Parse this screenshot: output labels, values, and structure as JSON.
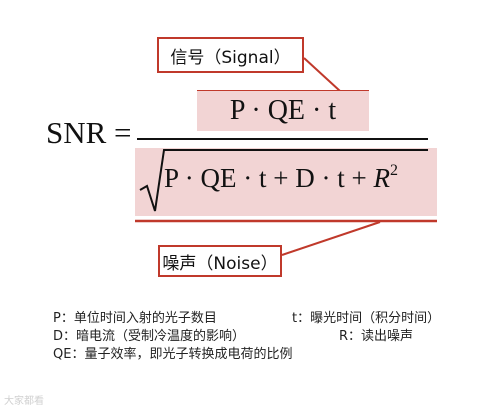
{
  "labels": {
    "signal": "信号（Signal）",
    "noise": "噪声（Noise）"
  },
  "formula": {
    "lhs": "SNR =",
    "numerator": "P · QE · t",
    "denominator_main": "P · QE · t + D · t + ",
    "denominator_var": "R",
    "denominator_exp": "2"
  },
  "notes": {
    "p": "P：单位时间入射的光子数目",
    "t": "t：曝光时间（积分时间）",
    "d": "D：暗电流（受制冷温度的影响）",
    "r": "R：读出噪声",
    "qe": "QE：量子效率，即光子转换成电荷的比例"
  },
  "watermark": "大家都看",
  "colors": {
    "accent_red": "#c0392b",
    "highlight_pink": "#f2d4d4"
  }
}
